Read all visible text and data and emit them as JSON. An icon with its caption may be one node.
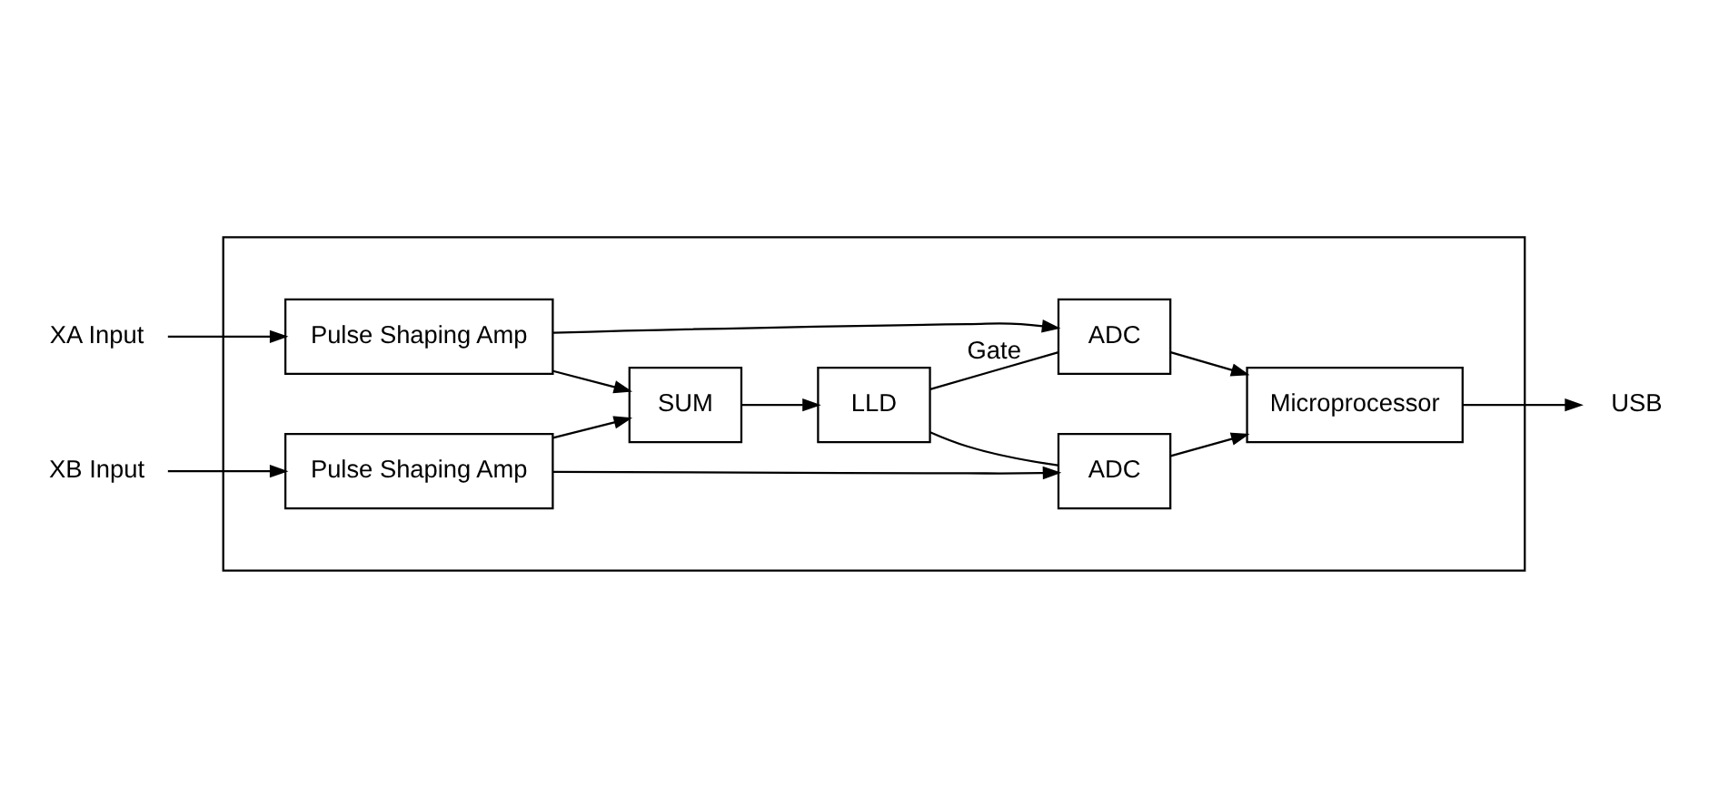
{
  "diagram": {
    "nodes": [
      {
        "text": [],
        "shape": "box"
      },
      {
        "text": [
          "XA Input"
        ]
      },
      {
        "text": [
          "Pulse Shaping Amp"
        ],
        "in": 0
      },
      {
        "text": [
          "ADC"
        ],
        "in": 0
      },
      {
        "text": [
          "SUM"
        ],
        "in": 0
      },
      {
        "text": [
          "LLD"
        ],
        "in": 0
      },
      {
        "text": [
          "Microprocessor"
        ],
        "in": 0
      },
      {
        "text": [
          "USB"
        ]
      },
      {
        "text": [
          "XB Input"
        ]
      },
      {
        "text": [
          "Pulse Shaping Amp"
        ],
        "in": 0
      },
      {
        "text": [
          "ADC"
        ],
        "in": 0
      }
    ],
    "edges": [
      {
        "from": 1,
        "to": 2,
        "arrow": "to"
      },
      {
        "from": 2,
        "to": 3,
        "arrow": "to"
      },
      {
        "from": 2,
        "to": 4,
        "arrow": "to"
      },
      {
        "from": 9,
        "to": 4,
        "arrow": "to"
      },
      {
        "from": 8,
        "to": 9,
        "arrow": "to"
      },
      {
        "from": 9,
        "to": 10,
        "arrow": "to"
      },
      {
        "from": 4,
        "to": 5,
        "arrow": "to"
      },
      {
        "from": 5,
        "to": 3,
        "arrow": "none",
        "label": "Gate"
      },
      {
        "from": 5,
        "to": 10,
        "arrow": "none"
      },
      {
        "from": 3,
        "to": 6,
        "arrow": "to"
      },
      {
        "from": 10,
        "to": 6,
        "arrow": "to"
      },
      {
        "from": 6,
        "to": 7,
        "arrow": "to"
      }
    ]
  }
}
